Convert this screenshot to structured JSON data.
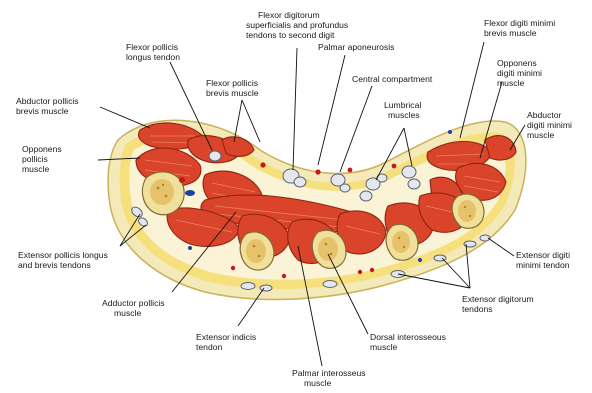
{
  "labels": {
    "fds_fdp": [
      "Flexor digitorum",
      "superficialis and profundus",
      "tendons to second digit"
    ],
    "fpl": [
      "Flexor pollicis",
      "longus tendon"
    ],
    "palmar_aponeurosis": [
      "Palmar aponeurosis"
    ],
    "fdm_brevis": [
      "Flexor digiti minimi",
      "brevis muscle"
    ],
    "opponens_dm": [
      "Opponens",
      "digiti minimi",
      "muscle"
    ],
    "abd_dm": [
      "Abductor",
      "digiti minimi",
      "muscle"
    ],
    "apb": [
      "Abductor pollicis",
      "brevis muscle"
    ],
    "fpb": [
      "Flexor pollicis",
      "brevis muscle"
    ],
    "central": [
      "Central compartment"
    ],
    "lumbrical": [
      "Lumbrical",
      "muscles"
    ],
    "opp_pollicis": [
      "Opponens",
      "pollicis",
      "muscle"
    ],
    "ext_pol": [
      "Extensor pollicis longus",
      "and brevis tendons"
    ],
    "ext_dm": [
      "Extensor digiti",
      "minimi tendon"
    ],
    "add_pol": [
      "Adductor pollicis",
      "muscle"
    ],
    "ext_dig": [
      "Extensor digitorum",
      "tendons"
    ],
    "ext_ind": [
      "Extensor indicis",
      "tendon"
    ],
    "dorsal_int": [
      "Dorsal interosseous",
      "muscle"
    ],
    "palmar_int": [
      "Palmar interosseus",
      "muscle"
    ]
  },
  "colors": {
    "skin": "#f4e9b8",
    "fat": "#f7dc6a",
    "muscle": "#d9442a",
    "bone": "#f1df9c",
    "tendon": "#e4e7ee"
  }
}
